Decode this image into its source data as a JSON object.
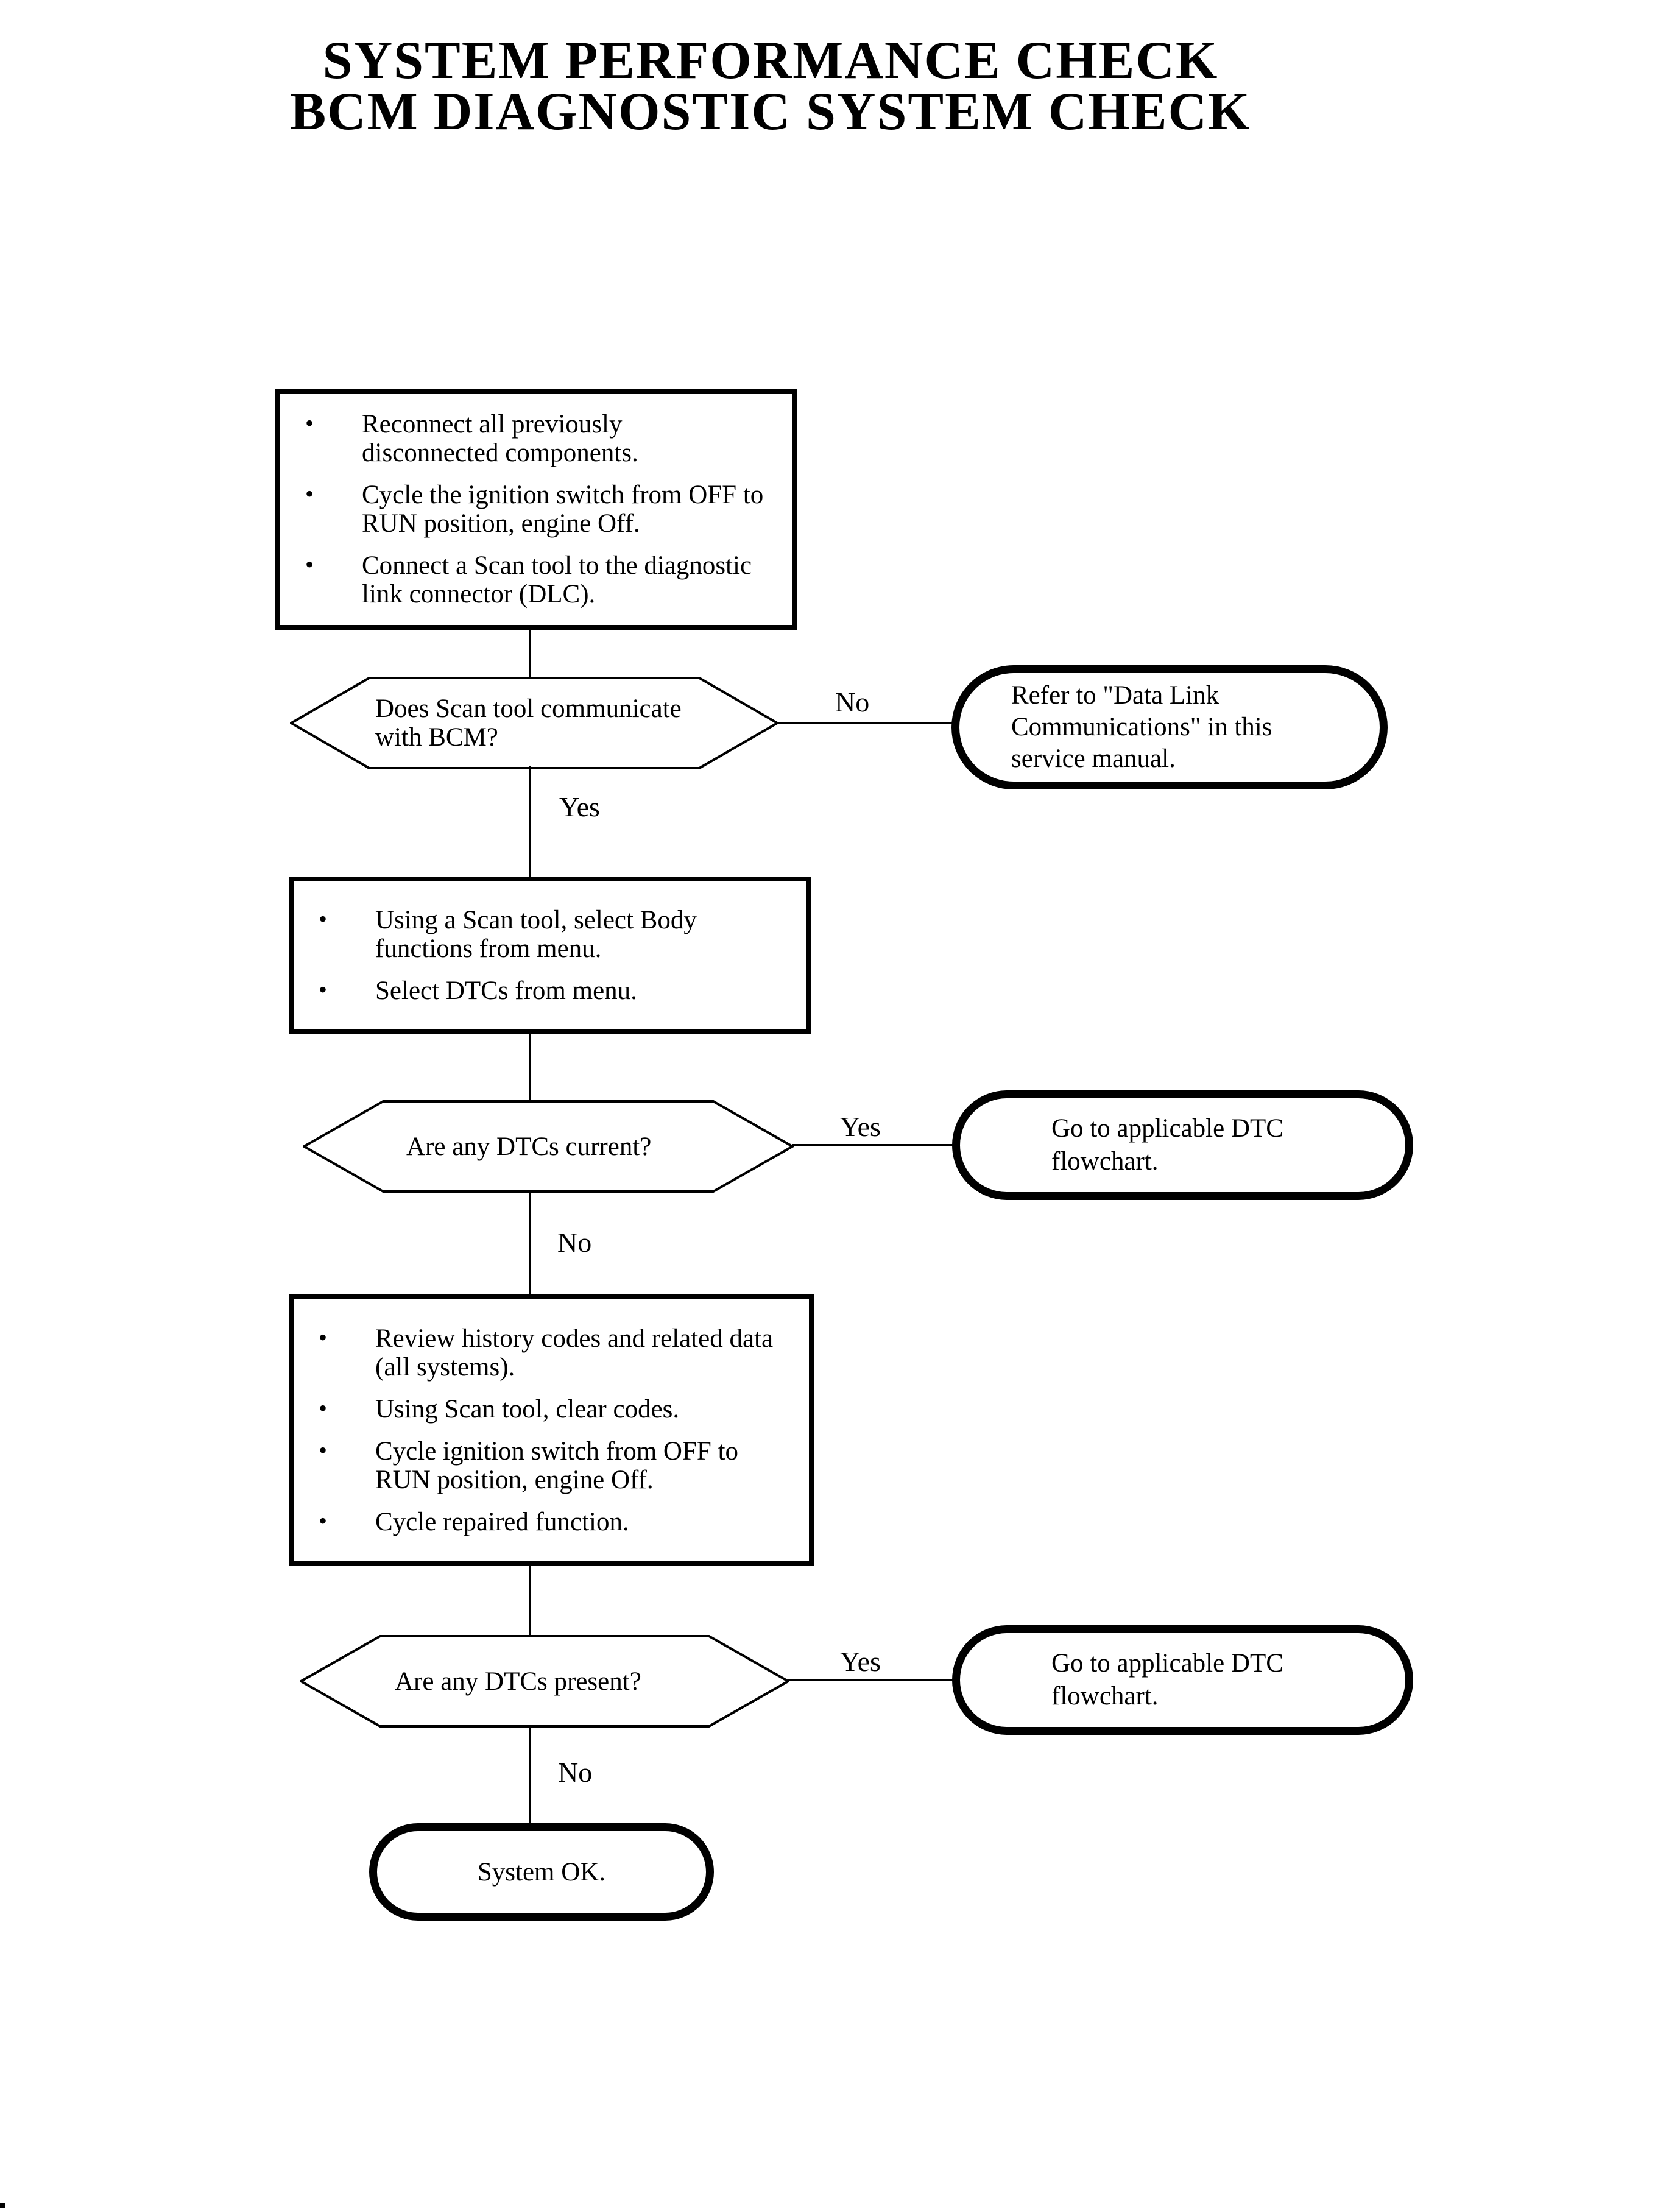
{
  "title": {
    "text": "SYSTEM PERFORMANCE CHECK\nBCM DIAGNOSTIC SYSTEM CHECK"
  },
  "glyphs": {
    "bullet": "•"
  },
  "nodes": {
    "step1": {
      "type": "process",
      "items": [
        "Reconnect all previously\ndisconnected components.",
        "Cycle the ignition switch from OFF to\nRUN position, engine Off.",
        "Connect a Scan tool to the diagnostic\nlink connector (DLC)."
      ]
    },
    "decision1": {
      "type": "decision",
      "question": "Does Scan tool communicate\nwith BCM?"
    },
    "referral1": {
      "type": "terminator",
      "text": "Refer to \"Data Link\nCommunications\" in this\nservice manual."
    },
    "step2": {
      "type": "process",
      "items": [
        "Using a Scan tool, select Body\nfunctions from menu.",
        "Select DTCs from menu."
      ]
    },
    "decision2": {
      "type": "decision",
      "question": "Are any DTCs current?"
    },
    "referral2": {
      "type": "terminator",
      "text": "Go to applicable DTC\nflowchart."
    },
    "step3": {
      "type": "process",
      "items": [
        "Review history codes and related data\n(all systems).",
        "Using Scan tool, clear codes.",
        "Cycle ignition switch from OFF to\nRUN position, engine Off.",
        "Cycle repaired function."
      ]
    },
    "decision3": {
      "type": "decision",
      "question": "Are any DTCs present?"
    },
    "referral3": {
      "type": "terminator",
      "text": "Go to applicable DTC\nflowchart."
    },
    "end": {
      "type": "terminator",
      "text": "System OK."
    }
  },
  "edge_labels": {
    "decision1_no": "No",
    "decision1_yes": "Yes",
    "decision2_yes": "Yes",
    "decision2_no": "No",
    "decision3_yes": "Yes",
    "decision3_no": "No"
  }
}
